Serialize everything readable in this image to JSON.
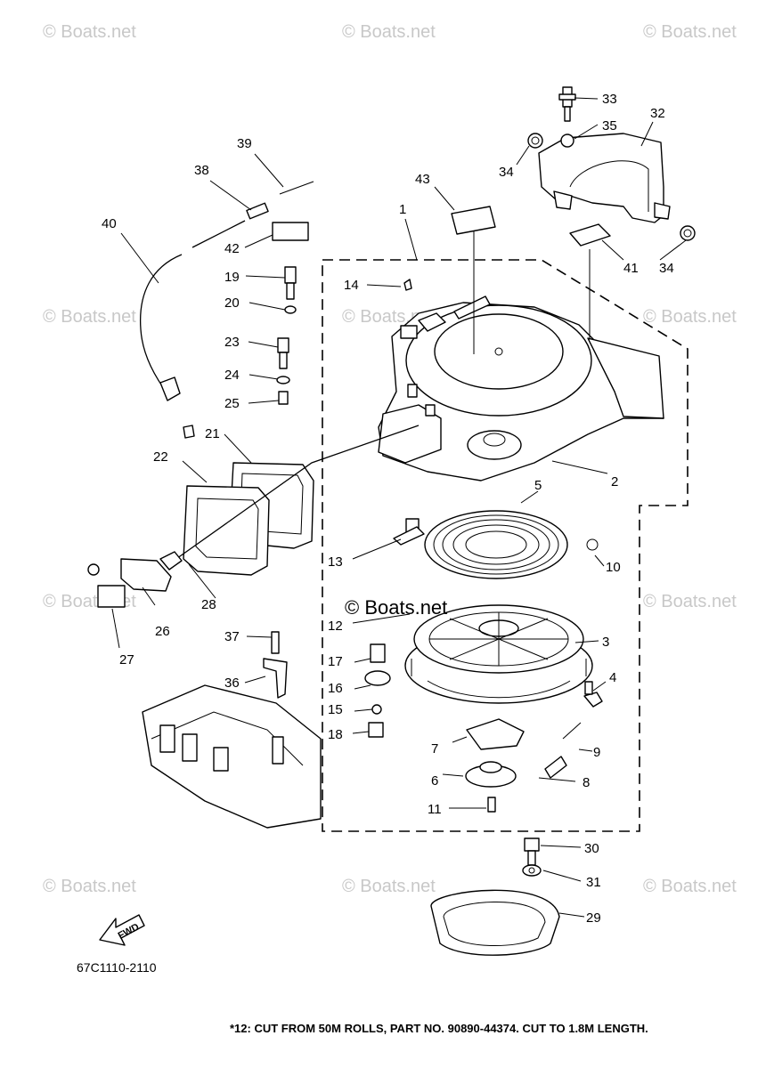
{
  "watermark": "© Boats.net",
  "center_watermark": "© Boats.net",
  "diagram_code": "67C1110-2110",
  "footnote": "*12: CUT FROM 50M ROLLS, PART NO. 90890-44374. CUT TO 1.8M LENGTH.",
  "fwd_label": "FWD",
  "callouts": {
    "c1": "1",
    "c2": "2",
    "c3": "3",
    "c4": "4",
    "c5": "5",
    "c6": "6",
    "c7": "7",
    "c8": "8",
    "c9": "9",
    "c10": "10",
    "c11": "11",
    "c12": "12",
    "c13": "13",
    "c14": "14",
    "c15": "15",
    "c16": "16",
    "c17": "17",
    "c18": "18",
    "c19": "19",
    "c20": "20",
    "c21": "21",
    "c22": "22",
    "c23": "23",
    "c24": "24",
    "c25": "25",
    "c26": "26",
    "c27": "27",
    "c28": "28",
    "c29": "29",
    "c30": "30",
    "c31": "31",
    "c32": "32",
    "c33": "33",
    "c34a": "34",
    "c34b": "34",
    "c35": "35",
    "c36": "36",
    "c37": "37",
    "c38": "38",
    "c39": "39",
    "c40": "40",
    "c41": "41",
    "c42": "42",
    "c43": "43"
  }
}
